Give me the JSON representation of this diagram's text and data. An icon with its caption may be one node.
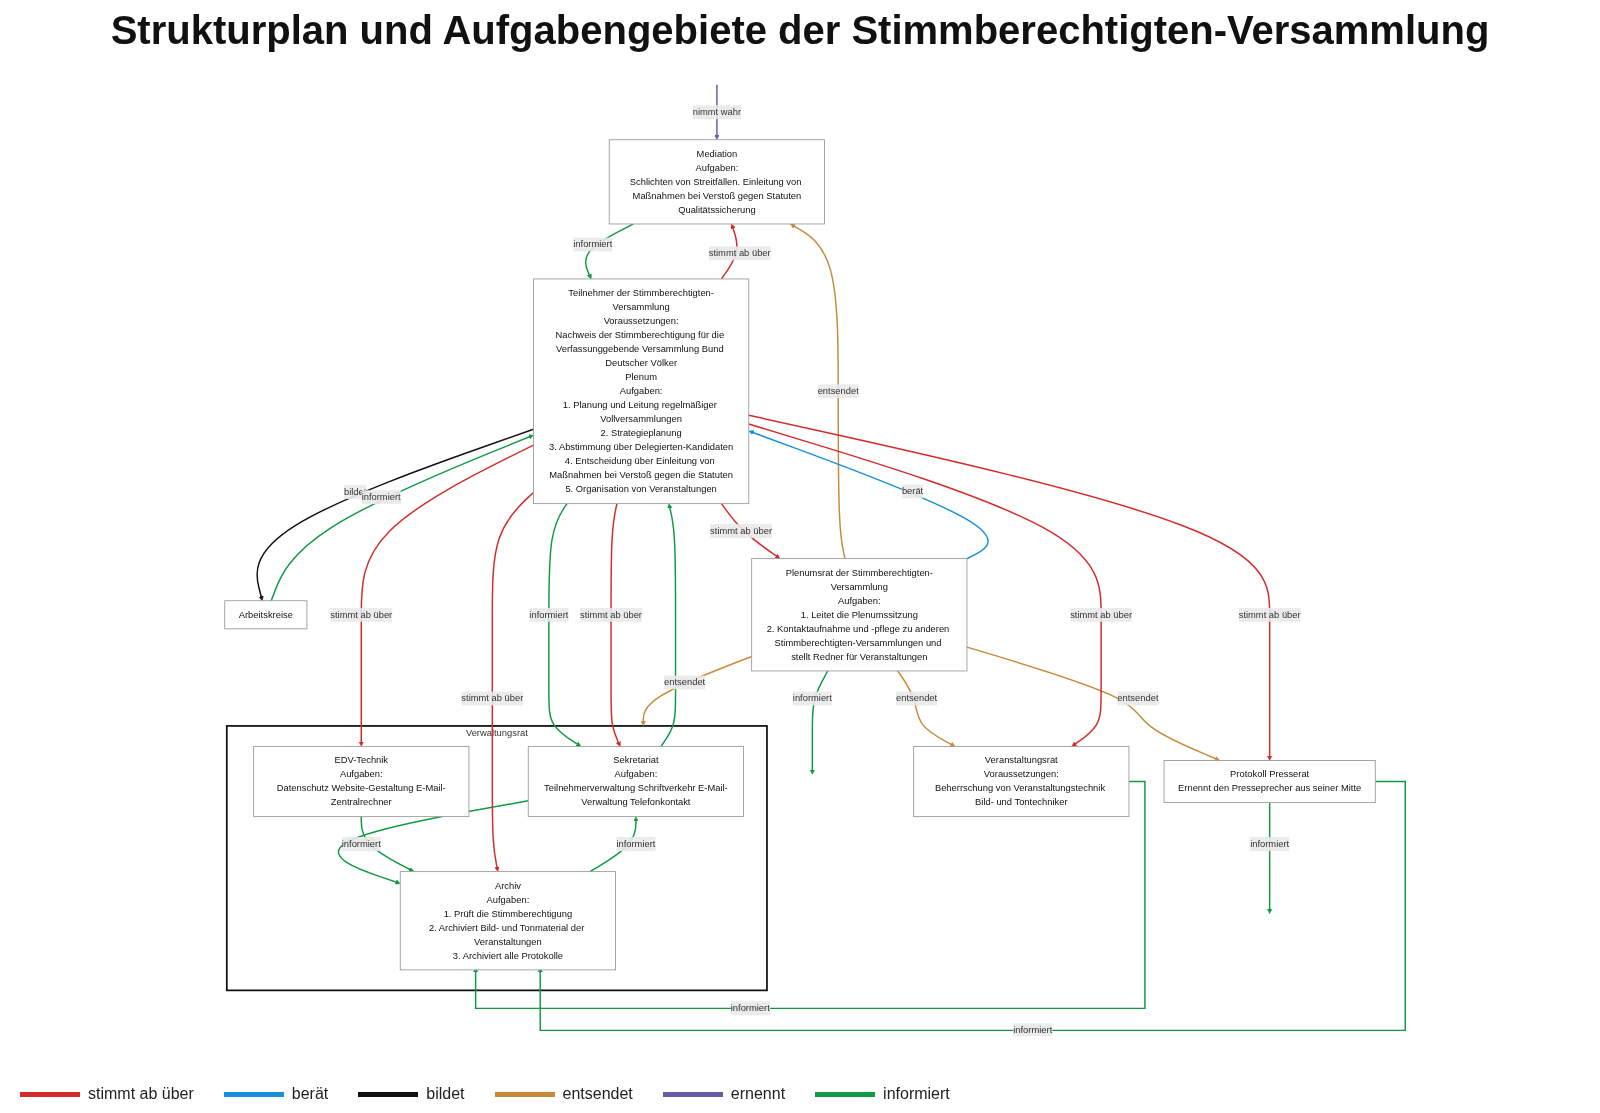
{
  "diagram": {
    "title": "Strukturplan und Aufgabengebiete der Stimmberechtigten-Versammlung",
    "nodes": [
      {
        "text": [
          "Verwaltungsrat"
        ]
      },
      {
        "text": [
          "Sekretariat",
          "Aufgaben:",
          "Teilnehmerverwaltung Schriftverkehr E-Mail-Verwaltung Telefonkontakt"
        ],
        "in": 0
      },
      {
        "text": [
          "EDV-Technik",
          "Aufgaben:",
          "Datenschutz Website-Gestaltung E-Mail-Zentralrechner"
        ],
        "in": 0
      },
      {
        "text": [
          "Archiv",
          "Aufgaben:",
          "1. Prüft die Stimmberechtigung",
          "2. Archiviert Bild- und Tonmaterial der Veranstaltungen",
          "3. Archiviert alle Protokolle"
        ],
        "in": 0
      },
      {
        "text": [
          "Teilnehmer der Stimmberechtigten-Versammlung",
          "Voraussetzungen:",
          "Nachweis der Stimmberechtigung für die Verfassunggebende Versammlung Bund Deutscher Völker",
          "Plenum",
          "Aufgaben:",
          "1. Planung und Leitung regelmäßiger Vollversammlungen",
          "2. Strategieplanung",
          "3. Abstimmung über Delegierten-Kandidaten",
          "4. Entscheidung über Einleitung von Maßnahmen bei Verstoß gegen die Statuten",
          "5. Organisation von Veranstaltungen"
        ]
      },
      {
        "text": [
          "Mediation",
          "Aufgaben:",
          "Schlichten von Streitfällen. Einleitung von Maßnahmen bei Verstoß gegen Statuten",
          "Qualitätssicherung"
        ]
      },
      {
        "text": [
          "Arbeitskreise"
        ]
      },
      {
        "text": [
          "Plenumsrat der Stimmberechtigten-Versammlung",
          "Aufgaben:",
          "1. Leitet die Plenumssitzung",
          "2. Kontaktaufnahme und -pflege zu anderen Stimmberechtigten-Versammlungen und stellt Redner für Veranstaltungen"
        ]
      },
      {
        "text": [
          "Protokoll Presserat",
          "Ernennt den Presseprecher aus seiner Mitte"
        ]
      },
      {
        "text": [
          "Veranstaltungsrat",
          "Voraussetzungen:",
          "Beherrschung von Veranstaltungstechnik Bild- und Tontechniker"
        ]
      }
    ],
    "edges": [
      {
        "from": 4,
        "to": 1,
        "arrow": "to",
        "label": "informiert"
      },
      {
        "from": 1,
        "to": 4,
        "arrow": "to"
      },
      {
        "from": 4,
        "to": 1,
        "arrow": "to",
        "label": "stimmt ab über",
        "color": "#d42a2a"
      },
      {
        "from": 4,
        "to": 5,
        "arrow": "to",
        "label": "stimmt ab über",
        "color": "#d42a2a"
      },
      {
        "from": 5,
        "to": 4,
        "arrow": "to",
        "label": "informiert"
      },
      {
        "from": null,
        "to": 5,
        "arrow": "to",
        "label": "nimmt wahr",
        "color": "#6a5aaa"
      },
      {
        "from": 7,
        "to": 5,
        "arrow": "to",
        "label": "entsendet",
        "color": "#c8893a"
      },
      {
        "from": 4,
        "to": 2,
        "arrow": "to",
        "label": "stimmt ab über",
        "color": "#d42a2a"
      },
      {
        "from": 4,
        "to": 7,
        "arrow": "to",
        "label": "stimmt ab über",
        "color": "#d42a2a"
      },
      {
        "from": 4,
        "to": 6,
        "arrow": "to",
        "label": "bildet",
        "color": "#111111"
      },
      {
        "from": 6,
        "to": 4,
        "arrow": "to",
        "label": "informiert"
      },
      {
        "from": 7,
        "to": 4,
        "arrow": "to",
        "label": "berät",
        "color": "#1a8fdc"
      },
      {
        "from": 7,
        "to": null,
        "arrow": "to",
        "label": "informiert"
      },
      {
        "from": 8,
        "to": null,
        "arrow": "to",
        "label": "informiert"
      },
      {
        "from": 3,
        "to": 1,
        "arrow": "to",
        "label": "informiert"
      },
      {
        "from": 1,
        "to": 3,
        "arrow": "to"
      },
      {
        "from": 2,
        "to": 3,
        "arrow": "to",
        "label": "informiert"
      },
      {
        "from": 7,
        "to": 0,
        "arrow": "to",
        "label": "entsendet",
        "color": "#c8893a"
      },
      {
        "from": 4,
        "to": 3,
        "arrow": "to",
        "label": "stimmt ab über",
        "color": "#d42a2a"
      },
      {
        "from": 7,
        "to": 8,
        "arrow": "to",
        "label": "entsendet",
        "color": "#c8893a"
      },
      {
        "from": 8,
        "to": 3,
        "arrow": "to",
        "label": "informiert"
      },
      {
        "from": 4,
        "to": 8,
        "arrow": "to",
        "label": "stimmt ab über",
        "color": "#d42a2a"
      },
      {
        "from": 7,
        "to": 9,
        "arrow": "to",
        "label": "entsendet",
        "color": "#c8893a"
      },
      {
        "from": 9,
        "to": 3,
        "arrow": "to",
        "label": "informiert"
      },
      {
        "from": 4,
        "to": 9,
        "arrow": "to",
        "label": "stimmt ab über",
        "color": "#d42a2a"
      }
    ],
    "legend": [
      {
        "text": "stimmt ab über",
        "color": "#d42a2a"
      },
      {
        "text": "berät",
        "color": "#1a8fdc"
      },
      {
        "text": "bildet",
        "color": "#111111"
      },
      {
        "text": "entsendet",
        "color": "#c8893a"
      },
      {
        "text": "ernennt",
        "color": "#6a5aaa"
      },
      {
        "text": "informiert",
        "color": "#119944"
      }
    ]
  }
}
